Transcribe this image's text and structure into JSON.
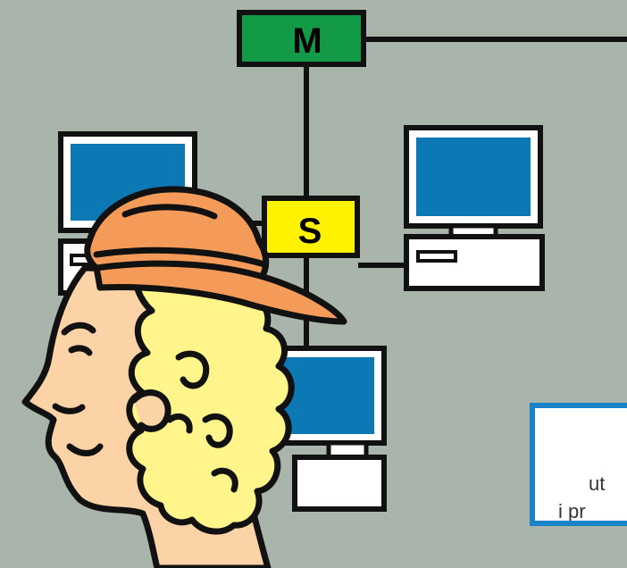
{
  "nodes": {
    "master_label": "M",
    "switch_label": "S"
  },
  "callout": {
    "line1": "ut",
    "line2": "i pr"
  },
  "colors": {
    "background": "#a9b5ab",
    "master_fill": "#129a46",
    "switch_fill": "#fff200",
    "monitor_screen": "#0c78b4",
    "cap": "#f49b5a",
    "hair": "#fff58a",
    "face": "#fcd3a6",
    "callout_border": "#1a82c8"
  },
  "icons": [
    "computer-icon",
    "person-illustration",
    "network-diagram"
  ]
}
